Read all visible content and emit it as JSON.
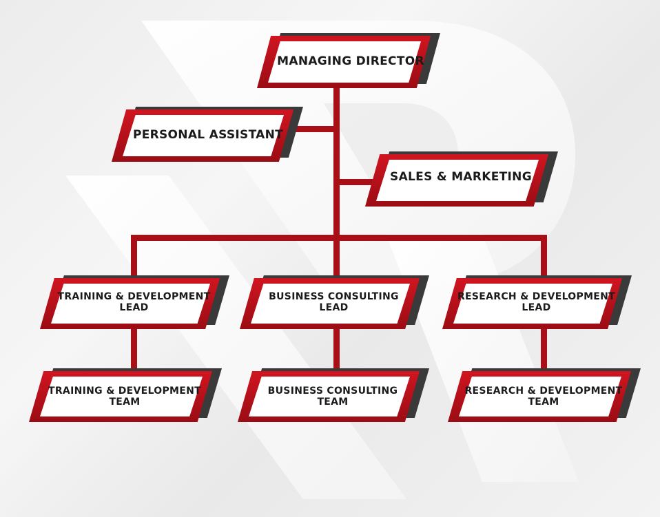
{
  "colors": {
    "accent": "#c0121c",
    "shadow": "#3a3a3a",
    "box_fill": "#ffffff",
    "text": "#1b1b1b",
    "watermark": "#ffffff"
  },
  "nodes": {
    "managing_director": {
      "line1": "MANAGING DIRECTOR"
    },
    "personal_assistant": {
      "line1": "PERSONAL ASSISTANT"
    },
    "sales_marketing": {
      "line1": "SALES & MARKETING"
    },
    "td_lead": {
      "line1": "TRAINING & DEVELOPMENT",
      "line2": "LEAD"
    },
    "bc_lead": {
      "line1": "BUSINESS CONSULTING",
      "line2": "LEAD"
    },
    "rd_lead": {
      "line1": "RESEARCH & DEVELOPMENT",
      "line2": "LEAD"
    },
    "td_team": {
      "line1": "TRAINING & DEVELOPMENT",
      "line2": "TEAM"
    },
    "bc_team": {
      "line1": "BUSINESS CONSULTING",
      "line2": "TEAM"
    },
    "rd_team": {
      "line1": "RESEARCH & DEVELOPMENT",
      "line2": "TEAM"
    }
  }
}
